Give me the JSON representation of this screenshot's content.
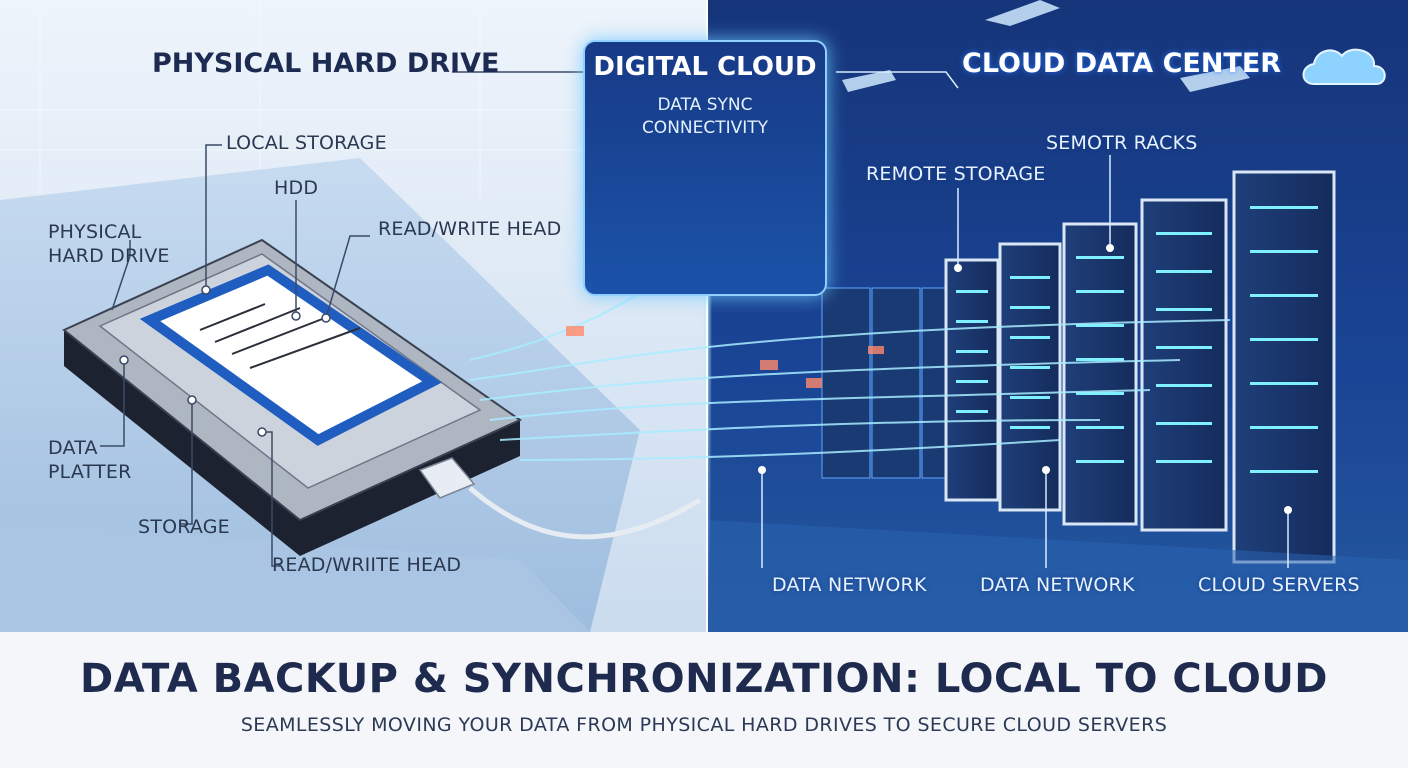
{
  "left_panel": {
    "title": "PHYSICAL HARD DRIVE",
    "labels": {
      "local_storage": "LOCAL STORAGE",
      "hdd": "HDD",
      "read_write_head_top": "READ/WRITE HEAD",
      "physical_hard_drive": "PHYSICAL HARD DRIVE",
      "data_platter": "DATA PLATTER",
      "storage": "STORAGE",
      "read_write_head_bottom": "READ/WRIITE HEAD"
    }
  },
  "center_panel": {
    "title": "DIGITAL CLOUD",
    "subtitle_line1": "DATA SYNC",
    "subtitle_line2": "CONNECTIVITY"
  },
  "right_panel": {
    "title": "CLOUD DATA CENTER",
    "labels": {
      "server_racks": "SEMOTR RACKS",
      "remote_storage": "REMOTE STORAGE",
      "data_network_1": "DATA NETWORK",
      "data_network_2": "DATA NETWORK",
      "cloud_servers": "CLOUD SERVERS"
    }
  },
  "footer": {
    "title": "DATA BACKUP & SYNCHRONIZATION: LOCAL TO CLOUD",
    "subtitle": "SEAMLESSLY MOVING YOUR DATA FROM PHYSICAL HARD DRIVES TO SECURE CLOUD SERVERS"
  },
  "colors": {
    "left_background": "#dfeaf6",
    "right_background": "#0f2a63",
    "accent_glow": "#7fd4ff",
    "title_dark": "#1d2b52"
  }
}
